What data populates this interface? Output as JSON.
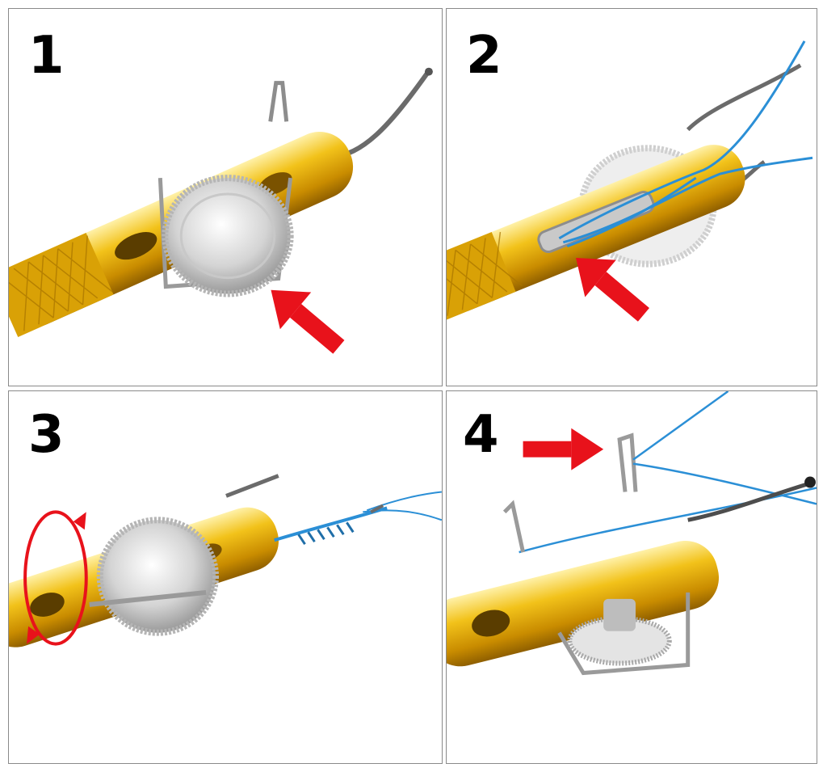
{
  "steps": [
    {
      "number": "1"
    },
    {
      "number": "2"
    },
    {
      "number": "3"
    },
    {
      "number": "4"
    }
  ],
  "colors": {
    "gold": "#e8b010",
    "gold_dark": "#a87400",
    "silver": "#d9d9d9",
    "line_blue": "#2b8fd6",
    "arrow_red": "#e8121b",
    "border": "#8a8a8a"
  }
}
